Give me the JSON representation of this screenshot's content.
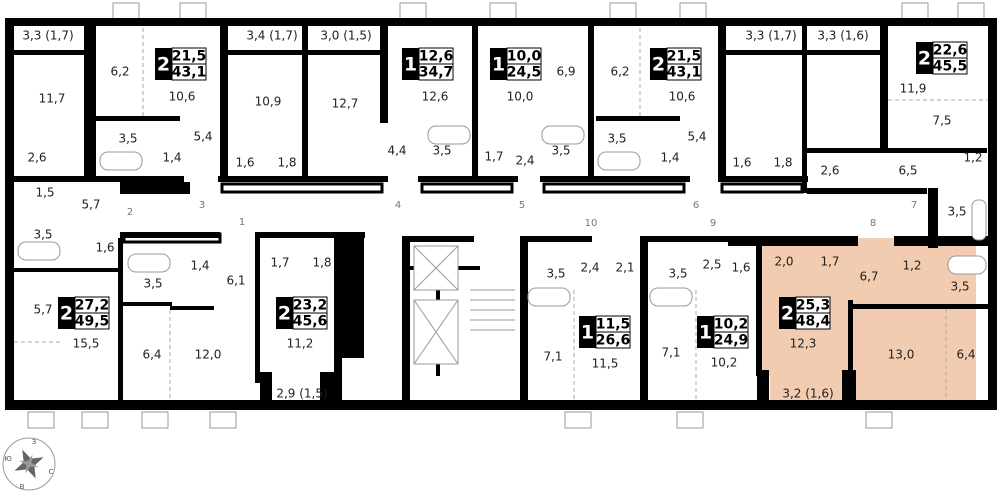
{
  "plan": {
    "highlight_color": "#f2ccb0",
    "rooms": [
      "3,3 (1,7)",
      "6,2",
      "10,6",
      "3,4 (1,7)",
      "3,0 (1,5)",
      "11,7",
      "10,9",
      "12,7",
      "12,6",
      "10,0",
      "6,9",
      "6,2",
      "10,6",
      "3,3 (1,7)",
      "3,3 (1,6)",
      "11,9",
      "7,5",
      "3,5",
      "5,4",
      "1,4",
      "2,6",
      "1,6",
      "1,8",
      "4,4",
      "3,5",
      "1,7",
      "2,4",
      "3,5",
      "3,5",
      "5,4",
      "1,4",
      "1,6",
      "1,8",
      "2,6",
      "6,5",
      "1,2",
      "3,5",
      "1,5",
      "5,7",
      "3,5",
      "1,6",
      "3,5",
      "1,4",
      "6,1",
      "1,7",
      "1,8",
      "5,7",
      "15,5",
      "6,4",
      "12,0",
      "11,2",
      "2,9 (1,5)",
      "3,5",
      "2,4",
      "2,1",
      "3,5",
      "2,5",
      "1,6",
      "7,1",
      "11,5",
      "7,1",
      "10,2",
      "2,0",
      "1,7",
      "6,7",
      "1,2",
      "3,5",
      "12,3",
      "13,0",
      "6,4",
      "3,2 (1,6)"
    ],
    "doors": [
      "1",
      "2",
      "3",
      "4",
      "5",
      "6",
      "7",
      "8",
      "9",
      "10"
    ],
    "apartments": [
      {
        "rooms": "2",
        "living": "21,5",
        "total": "43,1"
      },
      {
        "rooms": "1",
        "living": "12,6",
        "total": "34,7"
      },
      {
        "rooms": "1",
        "living": "10,0",
        "total": "24,5"
      },
      {
        "rooms": "2",
        "living": "21,5",
        "total": "43,1"
      },
      {
        "rooms": "2",
        "living": "22,6",
        "total": "45,5"
      },
      {
        "rooms": "2",
        "living": "27,2",
        "total": "49,5"
      },
      {
        "rooms": "2",
        "living": "23,2",
        "total": "45,6"
      },
      {
        "rooms": "1",
        "living": "11,5",
        "total": "26,6"
      },
      {
        "rooms": "1",
        "living": "10,2",
        "total": "24,9"
      },
      {
        "rooms": "2",
        "living": "25,3",
        "total": "48,4",
        "highlighted": true
      }
    ]
  },
  "compass": {
    "north_label": "С",
    "south_label": "Ю",
    "west_label": "З",
    "east_label": "В",
    "icon": "compass-rose-icon"
  }
}
